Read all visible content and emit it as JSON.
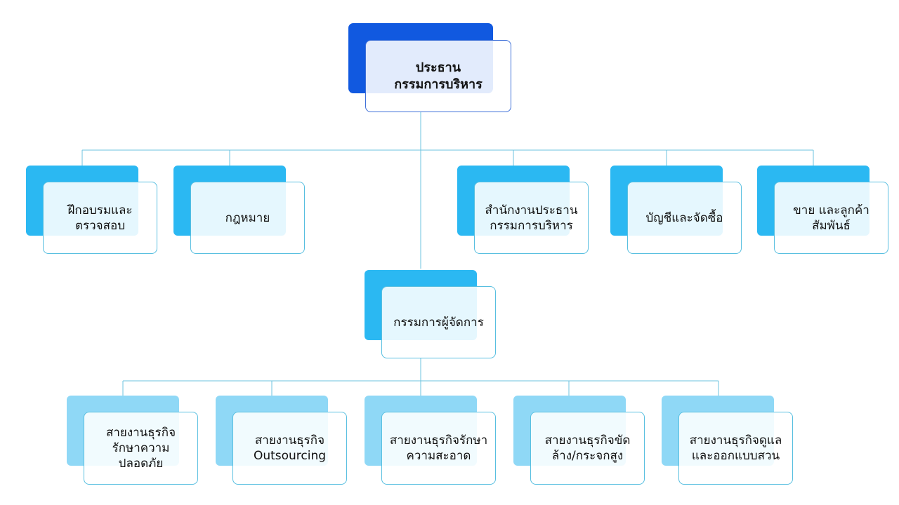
{
  "org_chart": {
    "top": {
      "label": "ประธาน\nกรรมการบริหาร"
    },
    "departments": [
      {
        "label": "ฝึกอบรมและ\nตรวจสอบ"
      },
      {
        "label": "กฎหมาย"
      },
      {
        "label": "สำนักงานประธาน\nกรรมการบริหาร"
      },
      {
        "label": "บัญชีและจัดซื้อ"
      },
      {
        "label": "ขาย และลูกค้า\nสัมพันธ์"
      }
    ],
    "manager": {
      "label": "กรรมการผู้จัดการ"
    },
    "business_units": [
      {
        "label": "สายงานธุรกิจ\nรักษาความ\nปลอดภัย"
      },
      {
        "label": "สายงานธุรกิจ\nOutsourcing"
      },
      {
        "label": "สายงานธุรกิจรักษา\nความสะอาด"
      },
      {
        "label": "สายงานธุรกิจขัด\nล้าง/กระจกสูง"
      },
      {
        "label": "สายงานธุรกิจดูแล\nและออกแบบสวน"
      }
    ]
  },
  "colors": {
    "top_node": "#1159e0",
    "department_node": "#2bb8f2",
    "business_unit_node": "#8fd8f6",
    "connector": "#6cc3df"
  }
}
